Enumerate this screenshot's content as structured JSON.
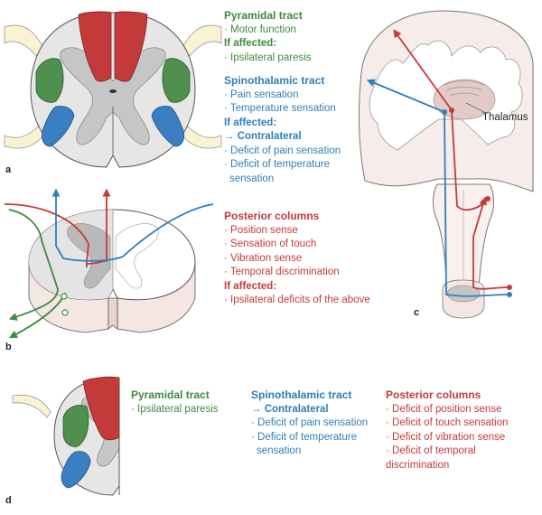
{
  "colors": {
    "pyramidal": "#c43a3a",
    "spinothalamic": "#3a7fc1",
    "posterior_text": "#c43a3a",
    "green_tract": "#3e8a3e",
    "gray_matter": "#c6c6c6",
    "white_matter": "#e6e6e6",
    "root": "#faf3d3",
    "tissue_pink": "#f4e6e3"
  },
  "panel_a": {
    "label": "a",
    "pyramidal": {
      "title": "Pyramidal tract",
      "items": [
        "· Motor function"
      ],
      "affected_label": "If affected:",
      "affected_items": [
        "· Ipsilateral paresis"
      ]
    },
    "spinothalamic": {
      "title": "Spinothalamic tract",
      "items": [
        "· Pain sensation",
        "· Temperature sensation"
      ],
      "affected_label": "If affected:",
      "affected_highlight": "→ Contralateral",
      "affected_items": [
        "· Deficit of pain sensation",
        "· Deficit of temperature",
        "  sensation"
      ]
    }
  },
  "panel_b": {
    "label": "b",
    "posterior": {
      "title": "Posterior columns",
      "items": [
        "· Position sense",
        "· Sensation of touch",
        "· Vibration sense",
        "· Temporal discrimination"
      ],
      "affected_label": "If affected:",
      "affected_items": [
        "· Ipsilateral deficits of the above"
      ]
    }
  },
  "panel_c": {
    "label": "c",
    "thalamus_label": "Thalamus"
  },
  "panel_d": {
    "label": "d",
    "pyramidal": {
      "title": "Pyramidal tract",
      "items": [
        "· Ipsilateral paresis"
      ]
    },
    "spinothalamic": {
      "title": "Spinothalamic tract",
      "highlight": "→ Contralateral",
      "items": [
        "· Deficit of pain sensation",
        "· Deficit of temperature",
        "  sensation"
      ]
    },
    "posterior": {
      "title": "Posterior columns",
      "items": [
        "· Deficit of position sense",
        "· Deficit of touch sensation",
        "· Deficit of vibration sense",
        "· Deficit of temporal discrimination"
      ]
    }
  }
}
